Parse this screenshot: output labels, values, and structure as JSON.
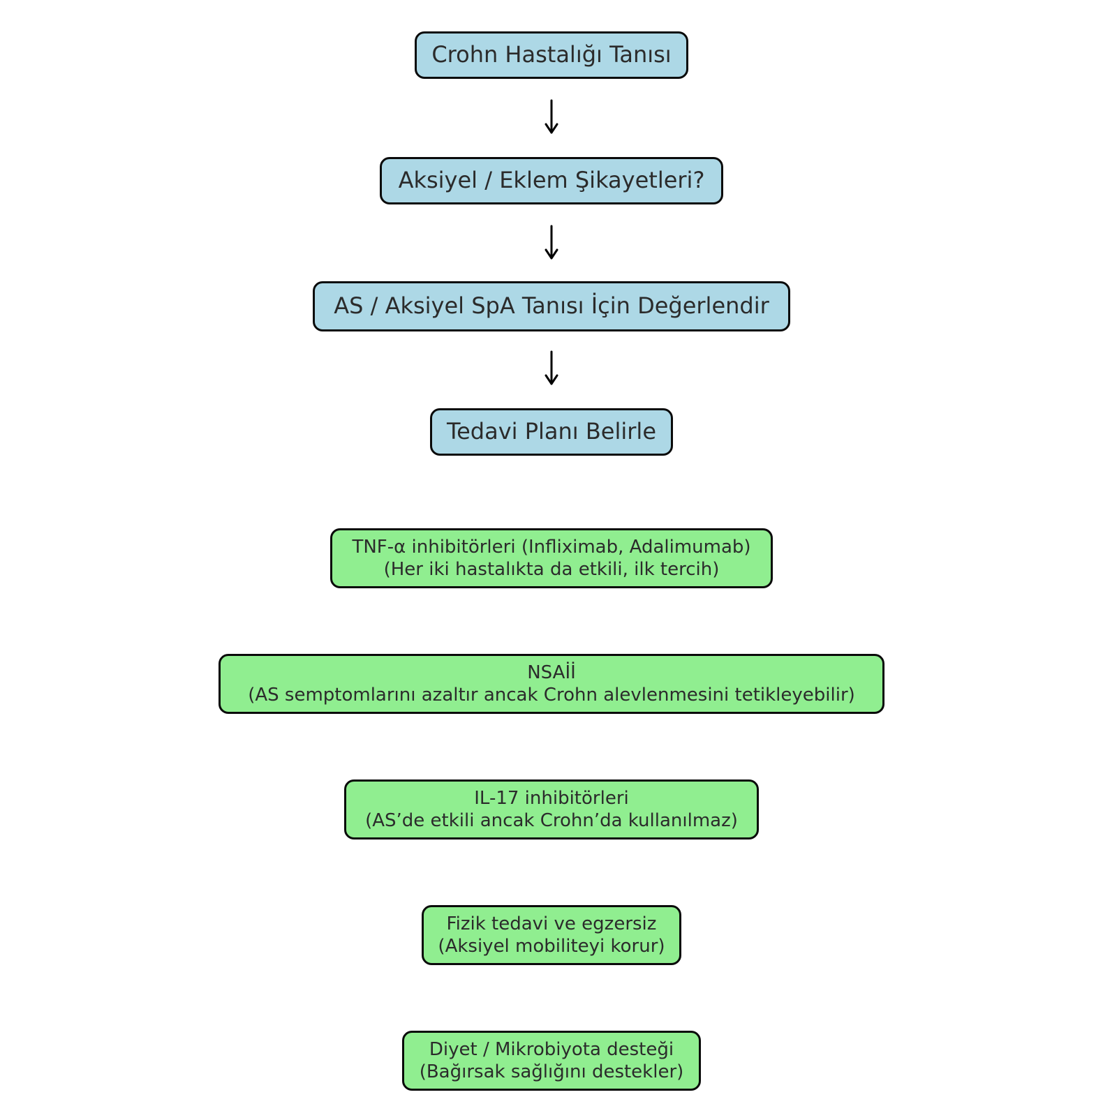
{
  "flow_steps": [
    {
      "label": "Crohn Hastalığı Tanısı"
    },
    {
      "label": "Aksiyel / Eklem Şikayetleri?"
    },
    {
      "label": "AS / Aksiyel SpA Tanısı İçin Değerlendir"
    },
    {
      "label": "Tedavi Planı Belirle"
    }
  ],
  "treatment_options": [
    {
      "line1": "TNF-α inhibitörleri (Infliximab, Adalimumab)",
      "line2": "(Her iki hastalıkta da etkili, ilk tercih)"
    },
    {
      "line1": "NSAİİ",
      "line2": "(AS semptomlarını azaltır ancak Crohn alevlenmesini tetikleyebilir)"
    },
    {
      "line1": "IL-17 inhibitörleri",
      "line2": "(AS’de etkili ancak Crohn’da kullanılmaz)"
    },
    {
      "line1": "Fizik tedavi ve egzersiz",
      "line2": "(Aksiyel mobiliteyi korur)"
    },
    {
      "line1": "Diyet / Mikrobiyota desteği",
      "line2": "(Bağırsak sağlığını destekler)"
    }
  ],
  "colors": {
    "step_fill": "#add8e6",
    "treatment_fill": "#90ee90",
    "border": "#0a0a0a",
    "arrow": "#000000"
  }
}
